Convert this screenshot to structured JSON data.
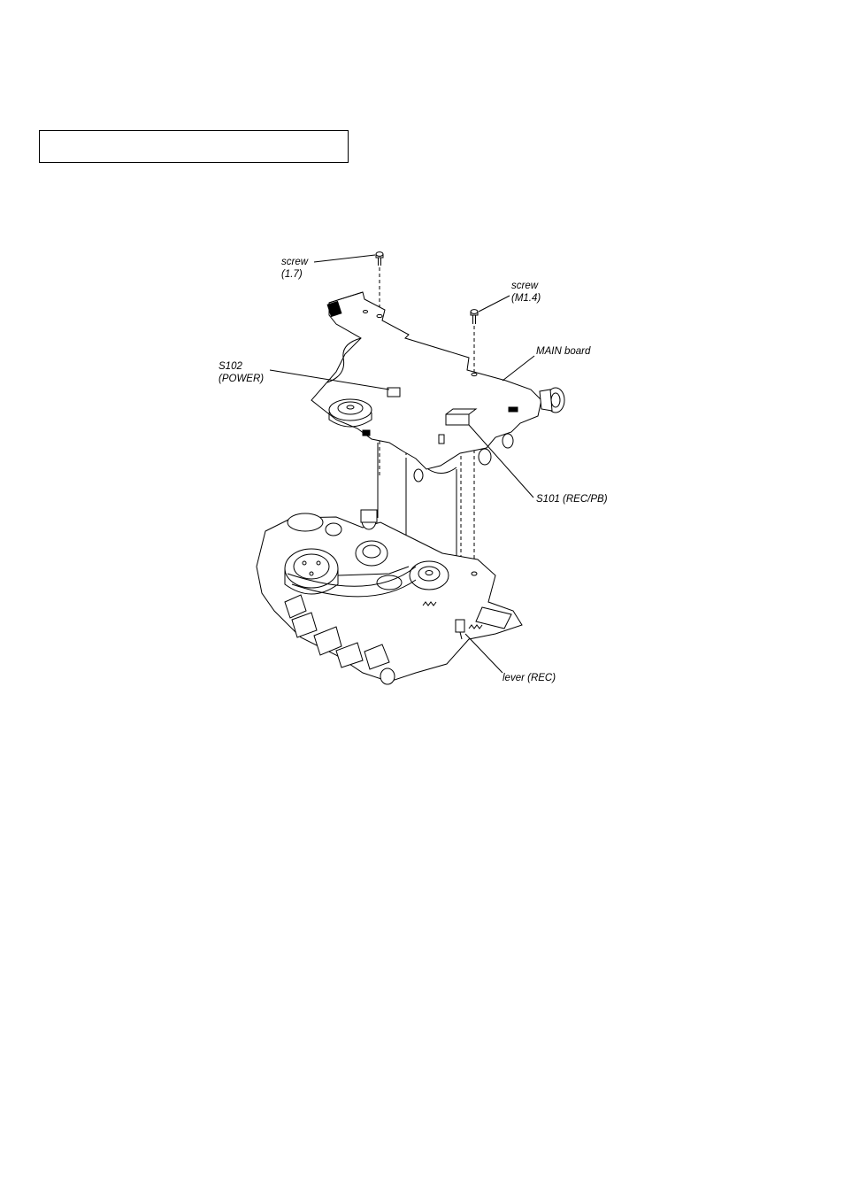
{
  "title_box": {
    "text": ""
  },
  "callouts": {
    "screw_left": {
      "line1": "screw",
      "line2": "(1.7)"
    },
    "screw_right": {
      "line1": "screw",
      "line2": "(M1.4)"
    },
    "main_board": "MAIN board",
    "s102": {
      "line1": "S102",
      "line2": "(POWER)"
    },
    "s101": "S101 (REC/PB)",
    "lever_rec": "lever (REC)"
  }
}
